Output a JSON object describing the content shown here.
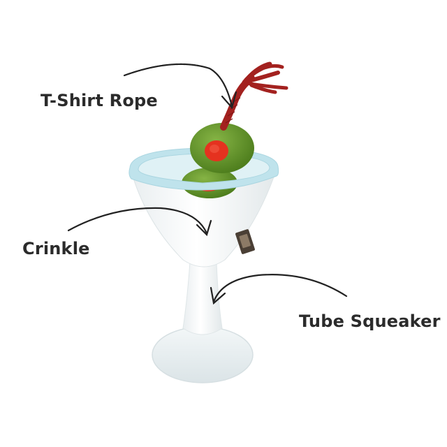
{
  "labels": {
    "rope": "T-Shirt Rope",
    "crinkle": "Crinkle",
    "squeaker": "Tube Squeaker"
  },
  "colors": {
    "label_text": "#2b2b2b",
    "arrow": "#222222",
    "glass": "#f4f6f7",
    "rim": "#bfe3ec",
    "olive": "#6a9a2e",
    "pimento": "#e5321f",
    "rope": "#a3211f"
  },
  "icons": [
    "martini-glass-toy",
    "olive",
    "rope",
    "brand-tag"
  ]
}
